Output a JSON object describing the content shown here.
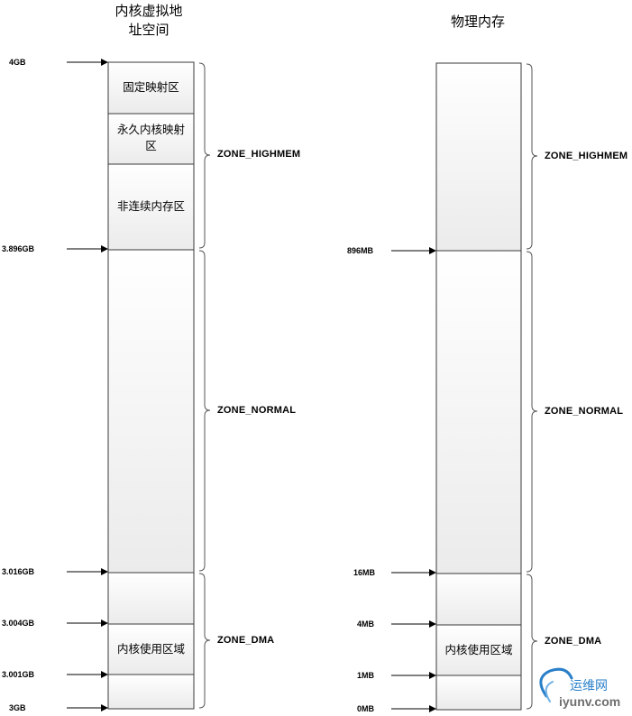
{
  "titles": {
    "virtual": [
      "内核虚拟地",
      "址空间"
    ],
    "physical": "物理内存"
  },
  "virtual_addresses": [
    "4GB",
    "3.896GB",
    "3.016GB",
    "3.004GB",
    "3.001GB",
    "3GB"
  ],
  "physical_addresses": [
    "896MB",
    "16MB",
    "4MB",
    "1MB",
    "0MB"
  ],
  "virtual_regions": {
    "fixed_map": "固定映射区",
    "permanent_map": [
      "永久内核映射",
      "区"
    ],
    "vmalloc": "非连续内存区",
    "kernel_use": "内核使用区域"
  },
  "physical_regions": {
    "kernel_use": "内核使用区域"
  },
  "zones": {
    "highmem": "ZONE_HIGHMEM",
    "normal": "ZONE_NORMAL",
    "dma": "ZONE_DMA"
  },
  "watermark": {
    "cn": "运维网",
    "en": "iyunv.com"
  },
  "colors": {
    "box_stroke": "#3a3a3a",
    "box_fill_top": "#ffffff",
    "box_fill_bottom": "#ececec",
    "arrow": "#000000",
    "watermark_blue": "#2a7fc9",
    "watermark_gray": "#6e6e6e"
  }
}
